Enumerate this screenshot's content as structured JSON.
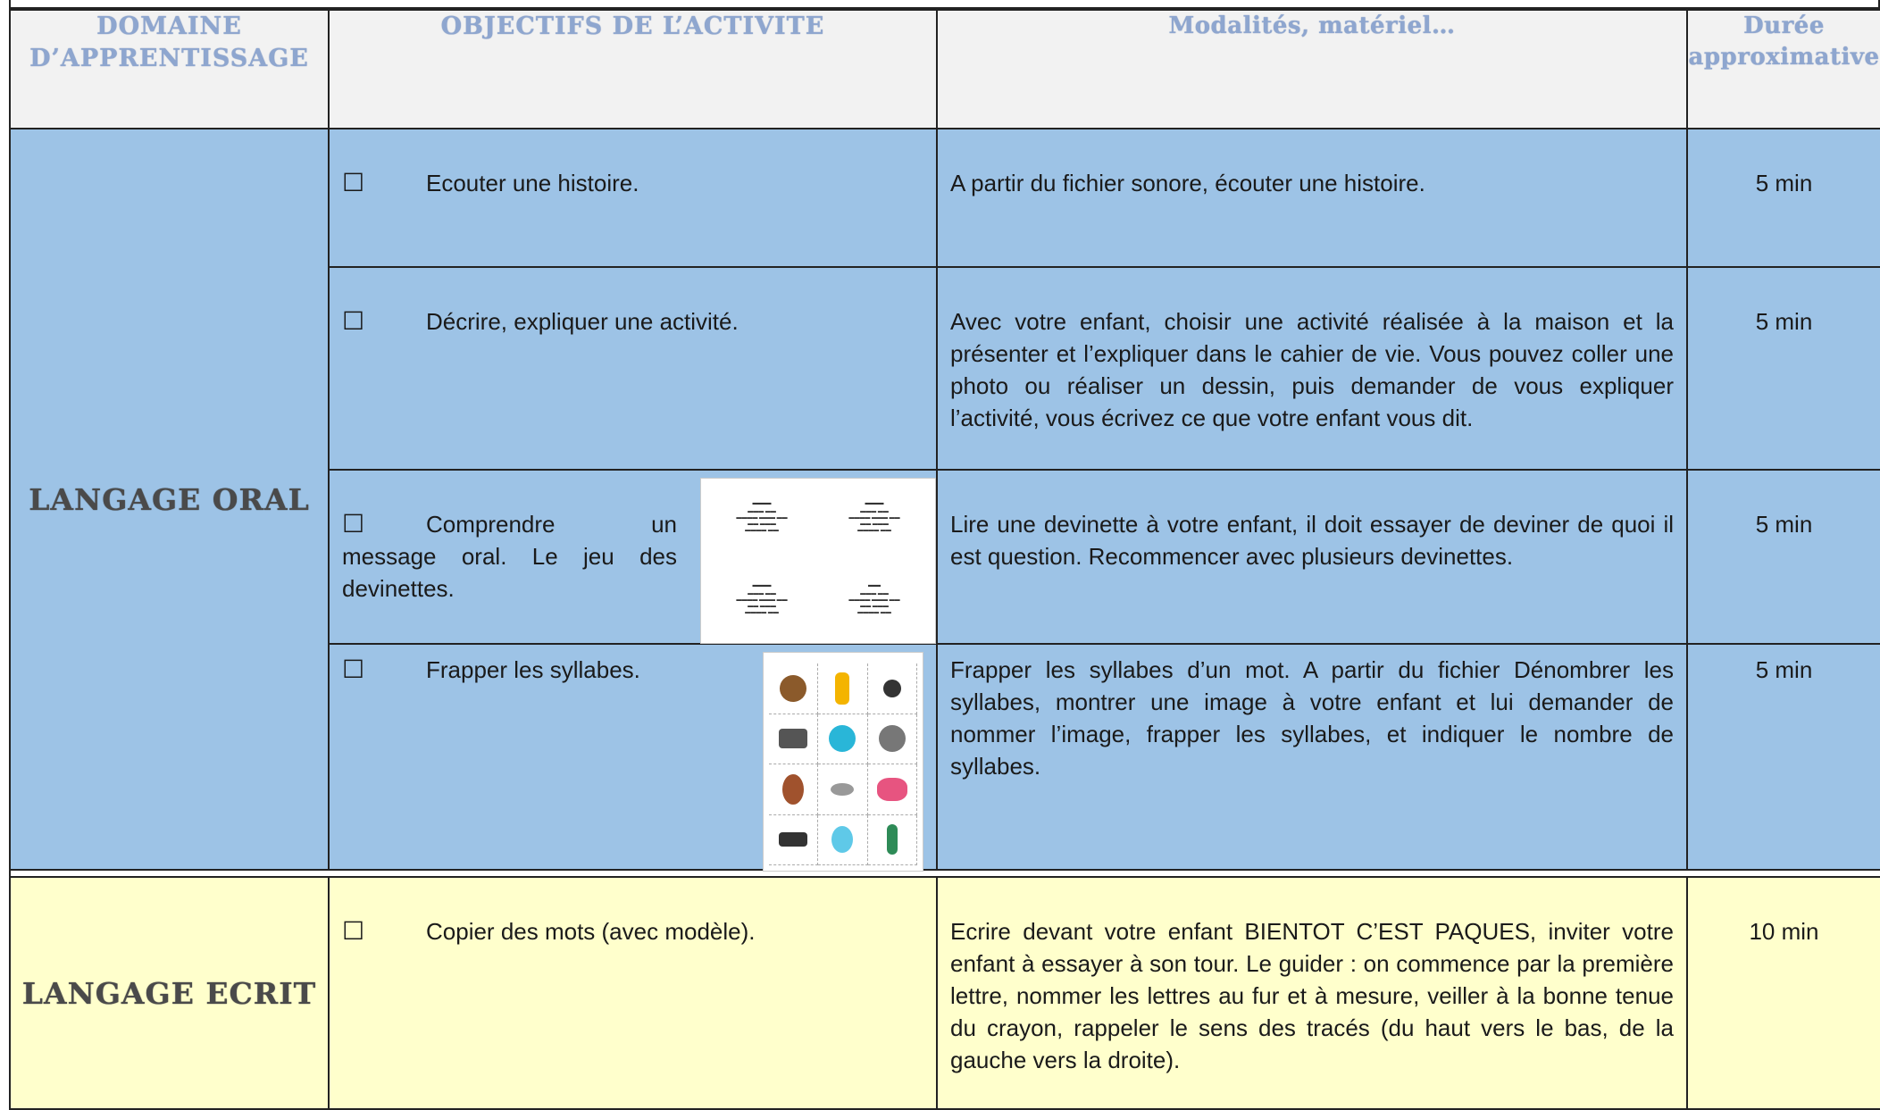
{
  "header": {
    "col1": "DOMAINE D’APPRENTISSAGE",
    "col2": "OBJECTIFS DE L’ACTIVITE",
    "col3": "Modalités, matériel…",
    "col4": "Durée approximative"
  },
  "sections": [
    {
      "domain": "LANGAGE ORAL",
      "rows": [
        {
          "checkbox": "☐",
          "objective": "Ecouter une histoire.",
          "modalities": "A partir du fichier sonore, écouter une histoire.",
          "duration": "5 min"
        },
        {
          "checkbox": "☐",
          "objective": "Décrire, expliquer une activité.",
          "modalities": "Avec votre enfant, choisir une activité réalisée à la maison et la présenter et l’expliquer dans le cahier de vie. Vous pouvez coller une photo ou réaliser un dessin, puis demander de vous expliquer l’activité, vous écrivez ce que votre enfant vous dit.",
          "duration": "5 min"
        },
        {
          "checkbox": "☐",
          "objective": "Comprendre un message oral. Le jeu des devinettes.",
          "modalities": "Lire une devinette à votre enfant, il doit essayer de deviner de quoi il est question. Recommencer avec plusieurs devinettes.",
          "duration": "5 min"
        },
        {
          "checkbox": "☐",
          "objective": "Frapper les syllabes.",
          "modalities": "Frapper les syllabes d’un mot. A partir du fichier Dénombrer les syllabes, montrer une image à votre enfant et lui demander de nommer l’image, frapper les syllabes, et indiquer le nombre de syllabes.",
          "duration": "5 min"
        }
      ]
    },
    {
      "domain": "LANGAGE ECRIT",
      "rows": [
        {
          "checkbox": "☐",
          "objective": "Copier des mots (avec modèle).",
          "modalities": "Ecrire devant votre enfant BIENTOT C’EST PAQUES, inviter votre enfant à essayer à son tour. Le guider : on commence par la première lettre, nommer les lettres au fur et à mesure, veiller à la bonne tenue du crayon, rappeler le sens des tracés (du haut vers le bas, de la gauche vers la droite).",
          "duration": "10 min"
        }
      ]
    }
  ],
  "colors": {
    "oral_bg": "#9dc3e6",
    "ecrit_bg": "#ffffcc",
    "header_text": "#8ea6cf",
    "border": "#222222"
  },
  "icons": [
    "checkbox-icon",
    "devinettes-thumbnail",
    "syllabes-thumbnail"
  ]
}
